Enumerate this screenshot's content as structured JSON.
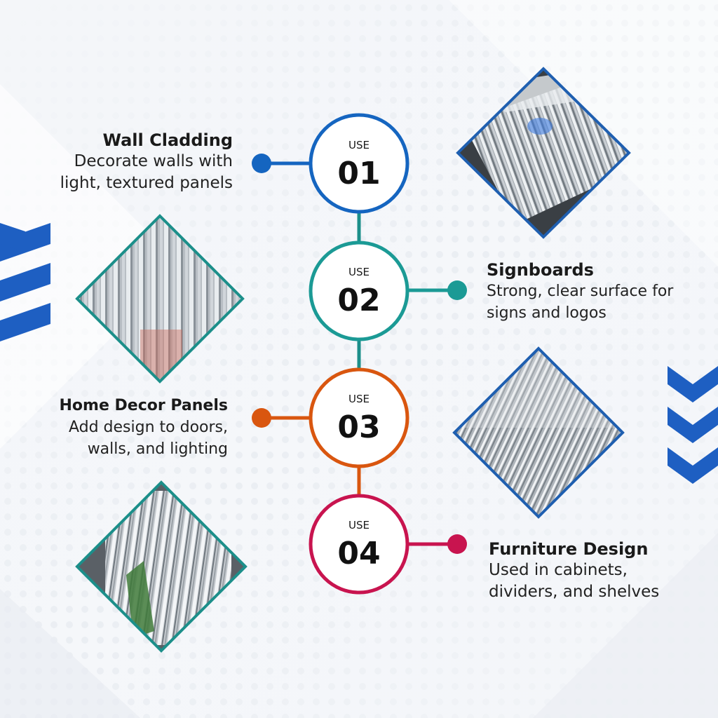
{
  "colors": {
    "blue": "#1565c0",
    "teal": "#1b9a95",
    "orange": "#d9560f",
    "crimson": "#c8144f",
    "chevron": "#1e5fc2",
    "frame_blue": "#1f5fb0",
    "frame_teal": "#1c8f8a"
  },
  "uses": [
    {
      "tag": "USE",
      "number": "01",
      "title": "Wall Cladding",
      "description": [
        "Decorate walls with",
        "light, textured panels"
      ]
    },
    {
      "tag": "USE",
      "number": "02",
      "title": "Signboards",
      "description": [
        "Strong, clear surface for",
        "signs and logos"
      ]
    },
    {
      "tag": "USE",
      "number": "03",
      "title": "Home Decor Panels",
      "description": [
        "Add design to doors,",
        "walls, and lighting"
      ]
    },
    {
      "tag": "USE",
      "number": "04",
      "title": "Furniture Design",
      "description": [
        "Used in cabinets,",
        "dividers, and shelves"
      ]
    }
  ],
  "icons": [
    "chevron-up-icon",
    "chevron-down-icon"
  ]
}
